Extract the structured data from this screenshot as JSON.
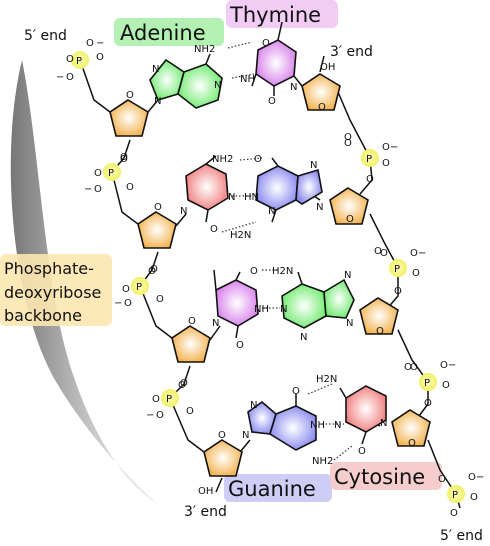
{
  "labels": {
    "adenine": "Adenine",
    "thymine": "Thymine",
    "guanine": "Guanine",
    "cytosine": "Cytosine",
    "backbone_line1": "Phosphate-",
    "backbone_line2": "deoxyribose",
    "backbone_line3": "backbone",
    "end5_top": "5′ end",
    "end3_top": "3′ end",
    "end3_bottom": "3′ end",
    "end5_bottom": "5′ end"
  },
  "atoms": {
    "P": "P",
    "O": "O",
    "OH": "OH",
    "N": "N",
    "NH": "NH",
    "HN": "HN",
    "NH2": "NH2",
    "H2N": "H2N",
    "minus": "−"
  },
  "colors": {
    "adenine": "#66ee66",
    "thymine": "#dd77ee",
    "guanine": "#8888ee",
    "cytosine": "#ee7777",
    "sugar": "#f5b14a",
    "phosphate": "#f3f36a",
    "label_adenine_bg": "#aaf0aa",
    "label_thymine_bg": "#f0c8f5",
    "label_guanine_bg": "#c8c8f5",
    "label_cytosine_bg": "#f5c8c8",
    "label_backbone_bg": "#fde7b0"
  }
}
